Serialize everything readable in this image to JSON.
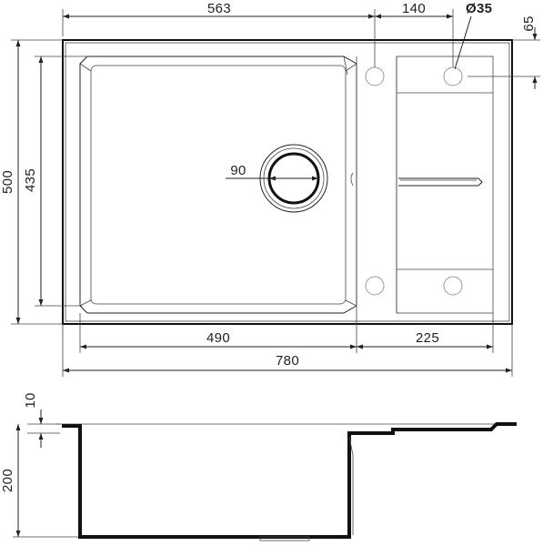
{
  "drawing": {
    "top_view": {
      "dims": {
        "width_563": "563",
        "width_140": "140",
        "hole_diameter": "Ø35",
        "offset_65": "65",
        "height_500": "500",
        "height_435": "435",
        "drain_90": "90",
        "bowl_490": "490",
        "drainer_225": "225",
        "total_780": "780"
      }
    },
    "side_view": {
      "dims": {
        "rim_10": "10",
        "depth_200": "200"
      }
    }
  }
}
